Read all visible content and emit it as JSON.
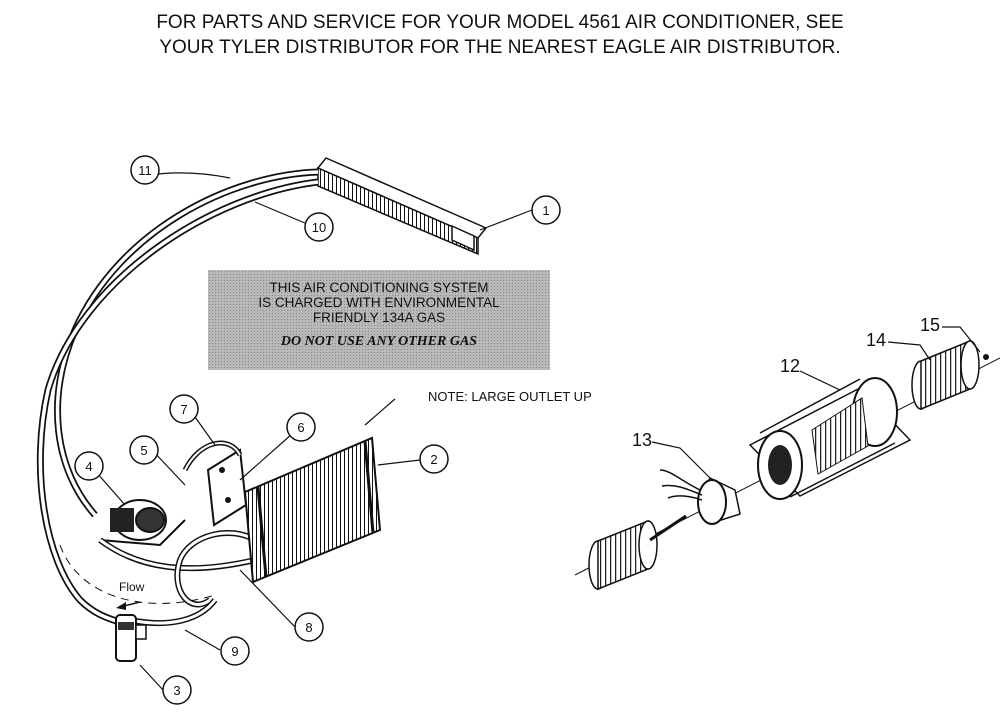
{
  "header": {
    "line1": "FOR PARTS AND SERVICE FOR YOUR MODEL 4561 AIR CONDITIONER, SEE",
    "line2": "YOUR TYLER DISTRIBUTOR FOR THE NEAREST EAGLE AIR DISTRIBUTOR."
  },
  "warning": {
    "line1": "THIS AIR CONDITIONING SYSTEM",
    "line2": "IS CHARGED WITH ENVIRONMENTAL",
    "line3": "FRIENDLY 134A GAS",
    "line4": "DO NOT USE ANY OTHER GAS"
  },
  "note": "NOTE: LARGE OUTLET UP",
  "flow_label": "Flow",
  "callouts": {
    "c1": "1",
    "c2": "2",
    "c3": "3",
    "c4": "4",
    "c5": "5",
    "c6": "6",
    "c7": "7",
    "c8": "8",
    "c9": "9",
    "c10": "10",
    "c11": "11",
    "c12": "12",
    "c13": "13",
    "c14": "14",
    "c15": "15"
  }
}
